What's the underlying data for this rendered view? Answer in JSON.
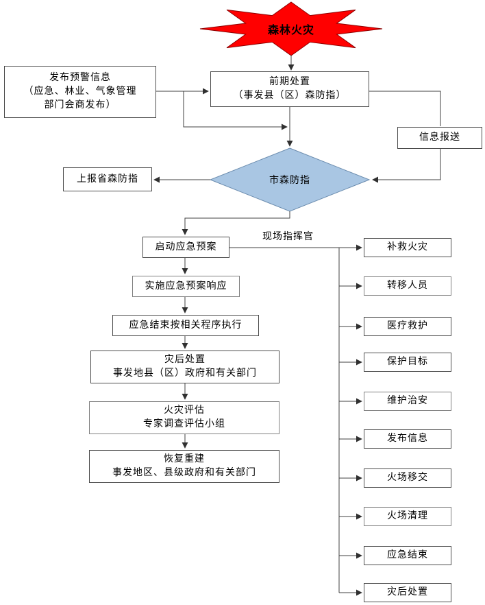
{
  "flowchart": {
    "start": {
      "label": "森林火灾"
    },
    "nodes": {
      "warning": {
        "line1": "发布预警信息",
        "line2": "（应急、林业、气象管理",
        "line3": "部门会商发布）"
      },
      "initial_disposal": {
        "line1": "前期处置",
        "line2": "（事发县（区）森防指）"
      },
      "info_report": {
        "label": "信息报送"
      },
      "decision": {
        "label": "市森防指"
      },
      "report_province": {
        "label": "上报省森防指"
      },
      "activate_plan": {
        "label": "启动应急预案"
      },
      "implement_response": {
        "label": "实施应急预案响应"
      },
      "end_by_procedure": {
        "label": "应急结束按相关程序执行"
      },
      "post_disaster": {
        "line1": "灾后处置",
        "line2": "事发地县（区）政府和有关部门"
      },
      "fire_assessment": {
        "line1": "火灾评估",
        "line2": "专家调查评估小组"
      },
      "reconstruction": {
        "line1": "恢复重建",
        "line2": "事发地区、县级政府和有关部门"
      }
    },
    "commander_label": "现场指挥官",
    "tasks": [
      {
        "label": "补救火灾"
      },
      {
        "label": "转移人员"
      },
      {
        "label": "医疗救护"
      },
      {
        "label": "保护目标"
      },
      {
        "label": "维护治安"
      },
      {
        "label": "发布信息"
      },
      {
        "label": "火场移交"
      },
      {
        "label": "火场清理"
      },
      {
        "label": "应急结束"
      },
      {
        "label": "灾后处置"
      }
    ],
    "colors": {
      "star_fill": "#ff0000",
      "star_stroke": "#8b0000",
      "diamond_fill": "#a9c6e3",
      "diamond_stroke": "#6b8cae",
      "line": "#404040"
    }
  }
}
